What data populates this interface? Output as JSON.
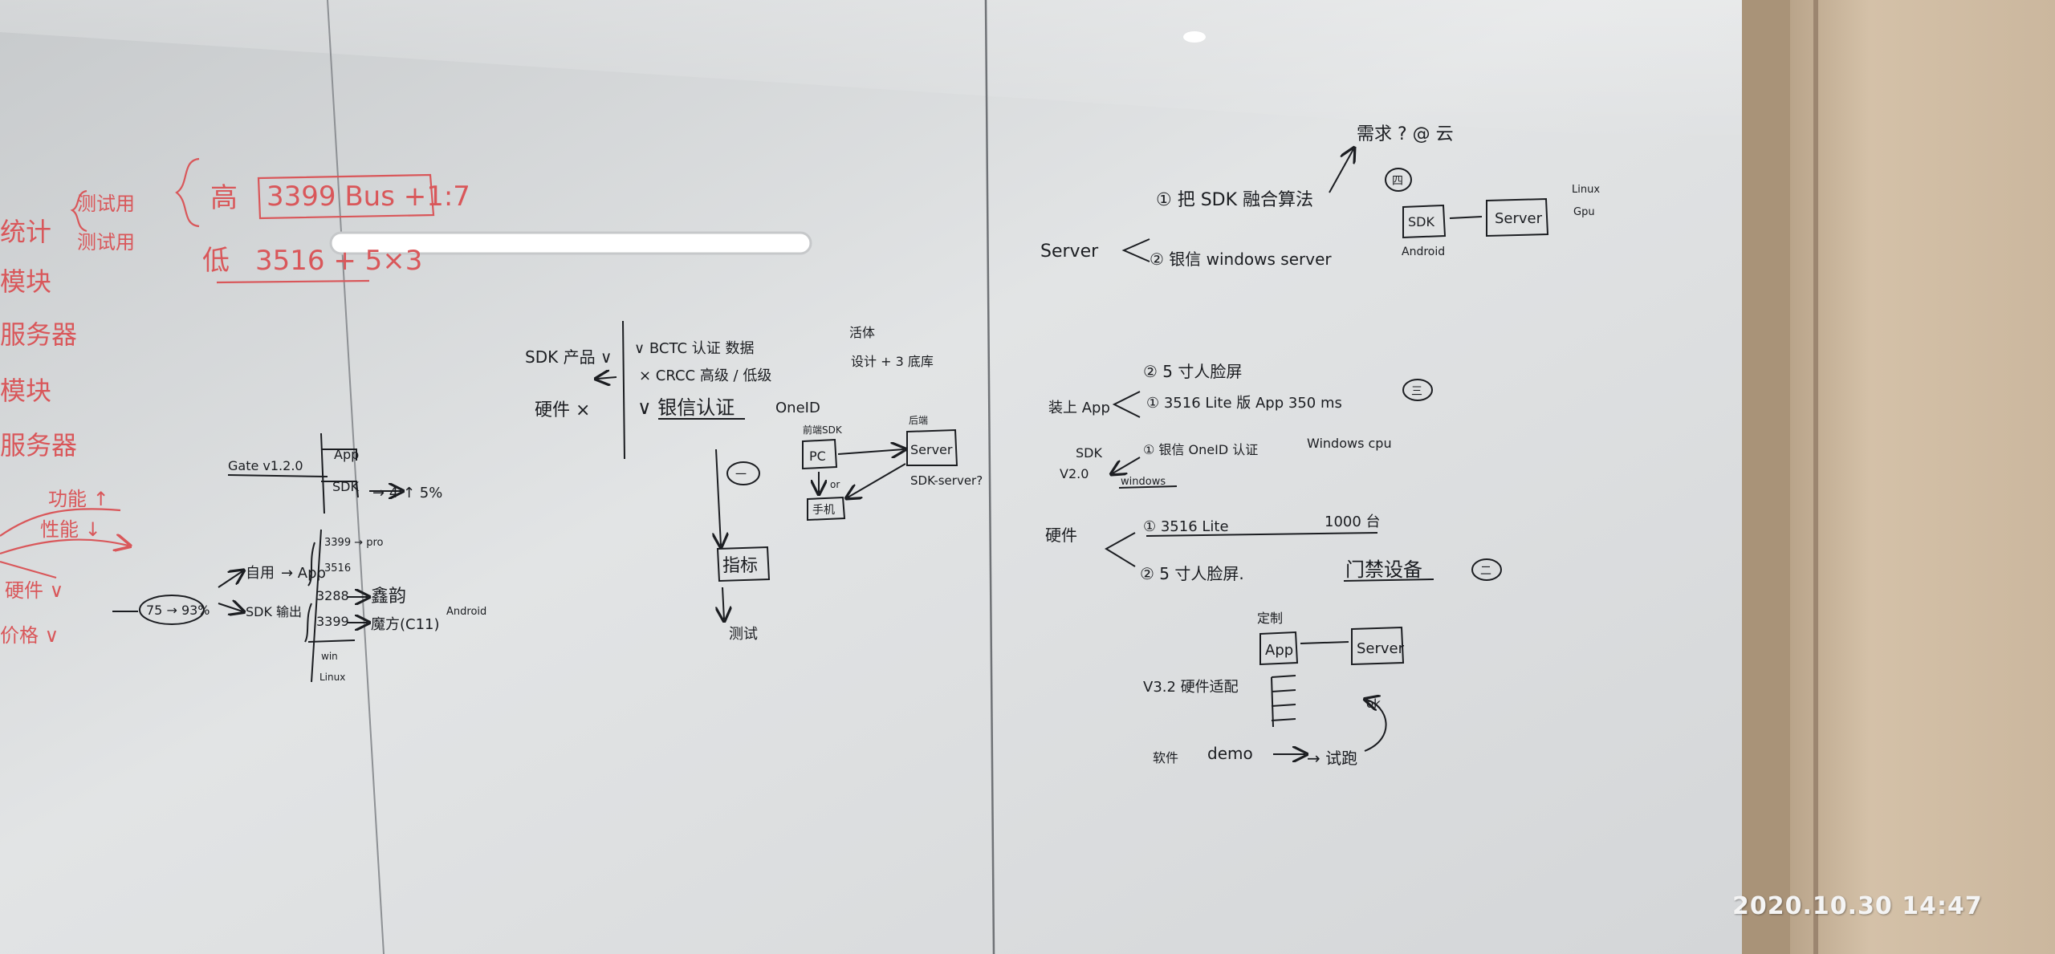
{
  "timestamp": "2020.10.30 14:47",
  "colors": {
    "board": "#d9dcde",
    "frame": "#c9b49a",
    "black_marker": "#1b1d21",
    "red_marker": "#d9575a"
  },
  "red_notes": {
    "bracket_a": "测试用",
    "bracket_b": "测试用",
    "row_high_label": "高",
    "row_high_value": "3399 Bus +1:7",
    "row_low_label": "低",
    "row_low_value": "3516 + 5×3",
    "edge_1": "统计",
    "edge_2": "模块",
    "edge_3": "服务器",
    "edge_4": "模块",
    "edge_5": "服务器",
    "edge_6": "功能 ↑",
    "edge_7": "性能 ↓",
    "edge_8": "硬件 ∨",
    "edge_9": "价格 ∨"
  },
  "left_panel": {
    "gate": "Gate v1.2.0",
    "app": "App",
    "sdk": "SDK",
    "sdk_arrow": "→ 4 ↑ 5%",
    "own_use": "自用",
    "own_app": "→ App",
    "sdk_out": "SDK 输出",
    "node_center": "75 → 93%",
    "chip_3399_top": "3399 → pro",
    "chip_3516": "3516",
    "chip_3288": "3288",
    "chip_3399": "3399",
    "hw_mid": "鑫韵",
    "hw_low": "魔方(C11)",
    "android": "Android",
    "win": "win",
    "linux": "Linux"
  },
  "middle_panel": {
    "sdk_product": "SDK 产品 ∨",
    "hardware": "硬件 ×",
    "item_1": "∨ BCTC 认证  数据",
    "item_2": "× CRCC  高级 / 低级",
    "item_3": "∨ 银信认证",
    "oneid": "OneID",
    "note_test": "活体",
    "note_design": "设计 + 3 底库",
    "frontend_sdk": "前端SDK",
    "backend": "后端",
    "pc": "PC",
    "server": "Server",
    "or": "or",
    "mobile": "手机",
    "sdk_server": "SDK-server?",
    "circle_one": "一",
    "indicator": "指标",
    "test": "测试"
  },
  "right_panel": {
    "server": "Server",
    "algo": "① 把 SDK 融合算法",
    "windows_server": "② 银信 windows server",
    "demand": "需求 ? @ 云",
    "circle_four": "四",
    "sdk_box": "SDK",
    "android": "Android",
    "server_box": "Server",
    "linux_gpu_1": "Linux",
    "linux_gpu_2": "Gpu",
    "face_5in": "② 5 寸人脸屏",
    "app_3516": "① 3516 Lite 版 App 350 ms",
    "circle_three": "三",
    "install_app": "装上 App",
    "sdk": "SDK",
    "v20": "V2.0",
    "oneid_cert": "① 银信 OneID 认证",
    "windows_cpu": "Windows cpu",
    "windows": "windows",
    "hardware": "硬件",
    "hw_3516": "① 3516 Lite",
    "qty": "1000 台",
    "hw_5in": "② 5 寸人脸屏.",
    "door_device": "门禁设备",
    "circle_two": "二",
    "custom": "定制",
    "app_box": "App",
    "server_box_2": "Server",
    "v32": "V3.2  硬件适配",
    "ok": "ok",
    "software": "软件",
    "demo": "demo",
    "run": "→ 试跑"
  }
}
